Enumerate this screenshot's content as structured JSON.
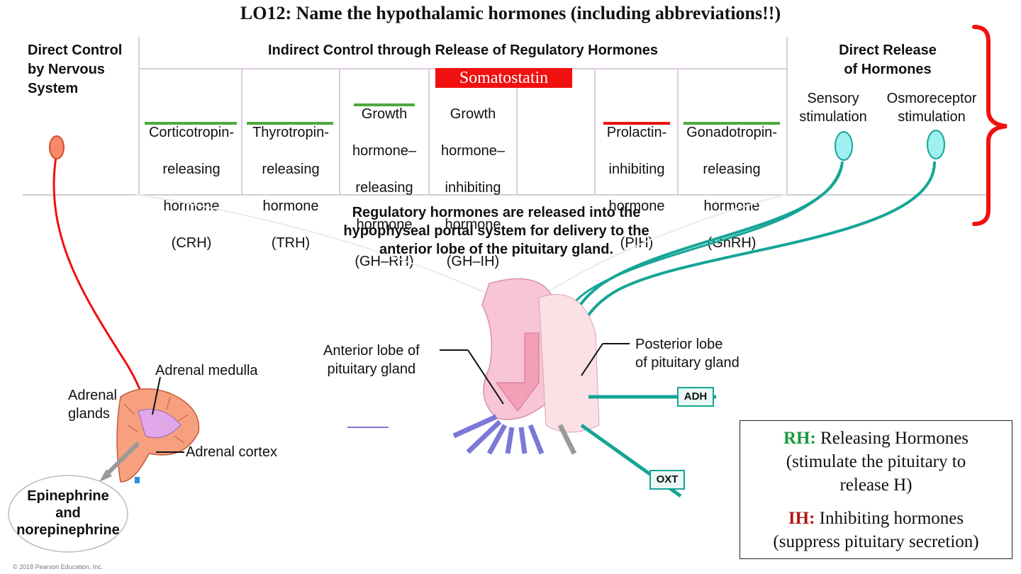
{
  "title": "LO12: Name the hypothalamic hormones (including abbreviations!!)",
  "header": {
    "direct_control": [
      "Direct Control",
      "by Nervous",
      "System"
    ],
    "indirect_control": "Indirect Control through Release of Regulatory Hormones",
    "direct_release": [
      "Direct Release",
      "of Hormones"
    ],
    "somatostatin": "Somatostatin",
    "hormones": [
      {
        "lines": [
          "Corticotropin-",
          "releasing",
          "hormone",
          "(CRH)"
        ]
      },
      {
        "lines": [
          "Thyrotropin-",
          "releasing",
          "hormone",
          "(TRH)"
        ]
      },
      {
        "lines": [
          "Growth",
          "hormone–",
          "releasing",
          "hormone",
          "(GH–RH)"
        ]
      },
      {
        "lines": [
          "Growth",
          "hormone–",
          "inhibiting",
          "hormone",
          "(GH–IH)"
        ]
      },
      {
        "lines": [
          "Prolactin-",
          "inhibiting",
          "hormone",
          "(PIH)"
        ]
      },
      {
        "lines": [
          "Gonadotropin-",
          "releasing",
          "hormone",
          "(GnRH)"
        ]
      }
    ],
    "sensory": [
      "Sensory",
      "stimulation"
    ],
    "osmoreceptor": [
      "Osmoreceptor",
      "stimulation"
    ]
  },
  "diagram": {
    "portal_note": "Regulatory hormones are released into the hypophyseal portal system for delivery to the anterior lobe of the pituitary gland.",
    "anterior_lobe": [
      "Anterior lobe of",
      "pituitary gland"
    ],
    "posterior_lobe": [
      "Posterior lobe",
      "of pituitary gland"
    ],
    "adrenal_medulla": "Adrenal medulla",
    "adrenal_glands": [
      "Adrenal",
      "glands"
    ],
    "adrenal_cortex": "Adrenal cortex",
    "epinephrine": [
      "Epinephrine",
      "and",
      "norepinephrine"
    ],
    "adh": "ADH",
    "oxt": "OXT"
  },
  "legend_box": {
    "rh_key": "RH:",
    "rh_text_1": "Releasing Hormones",
    "rh_text_2": "(stimulate the pituitary to",
    "rh_text_3": "release H)",
    "ih_key": "IH:",
    "ih_text_1": "Inhibiting hormones",
    "ih_text_2": "(suppress pituitary secretion)"
  },
  "copyright": "© 2018 Pearson Education, Inc.",
  "colors": {
    "red": "#f01010",
    "green_underline": "#4caa3c",
    "teal_nerve": "#16a596",
    "pink_gland": "#f7c5d5",
    "adrenal": "#f08a6a",
    "portal_purple": "#7b78d8"
  }
}
